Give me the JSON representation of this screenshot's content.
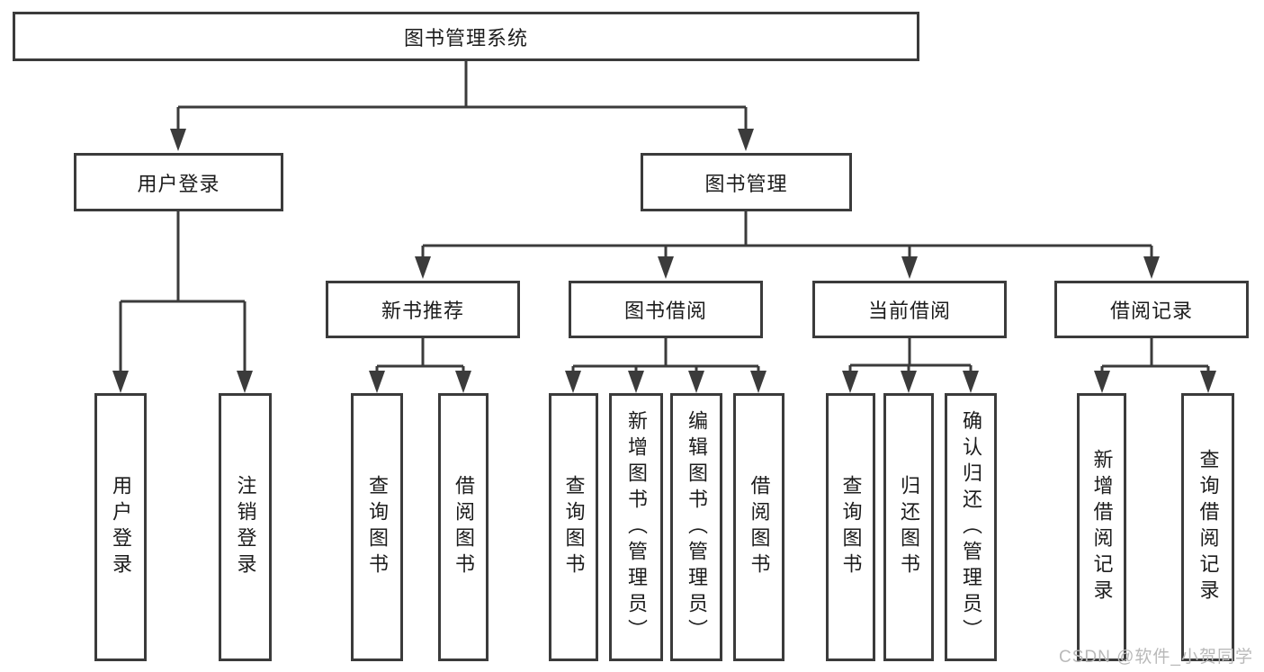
{
  "diagram": {
    "title": "图书管理系统",
    "branches": [
      {
        "label": "用户登录",
        "children": [
          {
            "label": "用户登录"
          },
          {
            "label": "注销登录"
          }
        ]
      },
      {
        "label": "图书管理",
        "children": [
          {
            "label": "新书推荐",
            "children": [
              {
                "label": "查询图书"
              },
              {
                "label": "借阅图书"
              }
            ]
          },
          {
            "label": "图书借阅",
            "children": [
              {
                "label": "查询图书"
              },
              {
                "label": "新增图书（管理员）"
              },
              {
                "label": "编辑图书（管理员）"
              },
              {
                "label": "借阅图书"
              }
            ]
          },
          {
            "label": "当前借阅",
            "children": [
              {
                "label": "查询图书"
              },
              {
                "label": "归还图书"
              },
              {
                "label": "确认归还（管理员）"
              }
            ]
          },
          {
            "label": "借阅记录",
            "children": [
              {
                "label": "新增借阅记录"
              },
              {
                "label": "查询借阅记录"
              }
            ]
          }
        ]
      }
    ]
  },
  "watermark": "CSDN @软件_小贺同学",
  "colors": {
    "line": "#3b3b3b",
    "text": "#1c1c1c",
    "watermark": "#b9b9b9",
    "background": "#ffffff"
  }
}
